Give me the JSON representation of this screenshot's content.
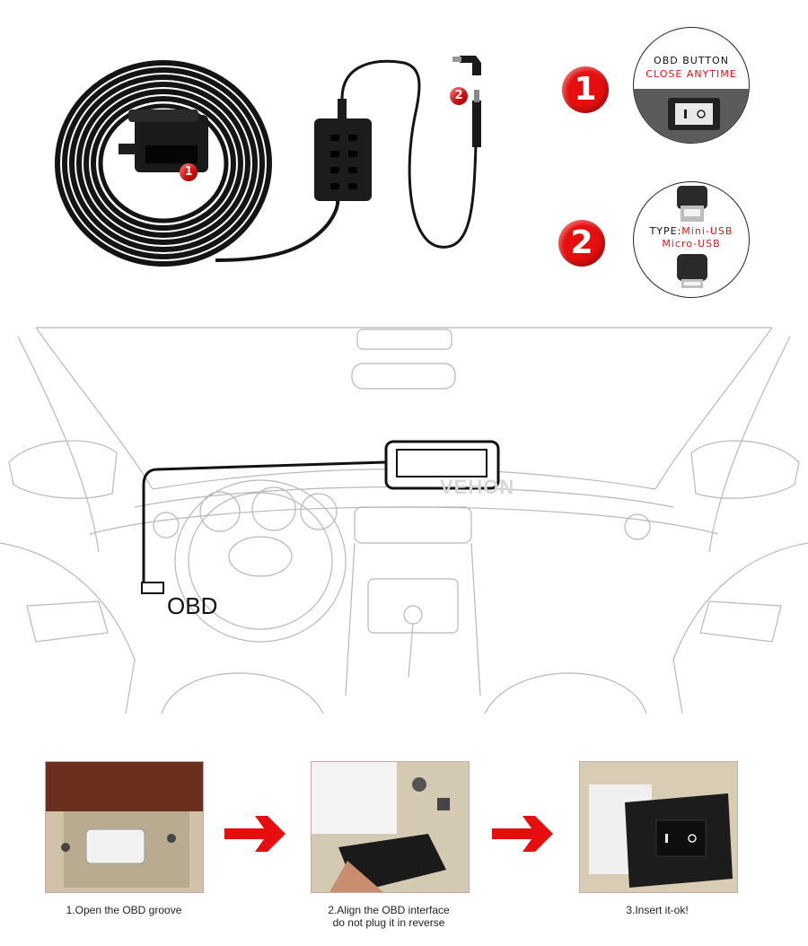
{
  "callouts": {
    "obd": {
      "line1": "OBD BUTTON",
      "line2": "CLOSE ANYTIME"
    },
    "usb": {
      "line1_prefix": "TYPE:",
      "line1_value": "Mini-USB",
      "line2": "Micro-USB"
    }
  },
  "markers": {
    "one": "1",
    "two": "2"
  },
  "diagram": {
    "obd_label": "OBD",
    "watermark": "VEHON"
  },
  "steps": [
    {
      "caption_l1": "1.Open the OBD groove",
      "caption_l2": ""
    },
    {
      "caption_l1": "2.Align the OBD interface",
      "caption_l2": "do not plug it in reverse"
    },
    {
      "caption_l1": "3.Insert it-ok!",
      "caption_l2": ""
    }
  ],
  "colors": {
    "accent_red": "#e60f0f",
    "cable_black": "#111111"
  }
}
